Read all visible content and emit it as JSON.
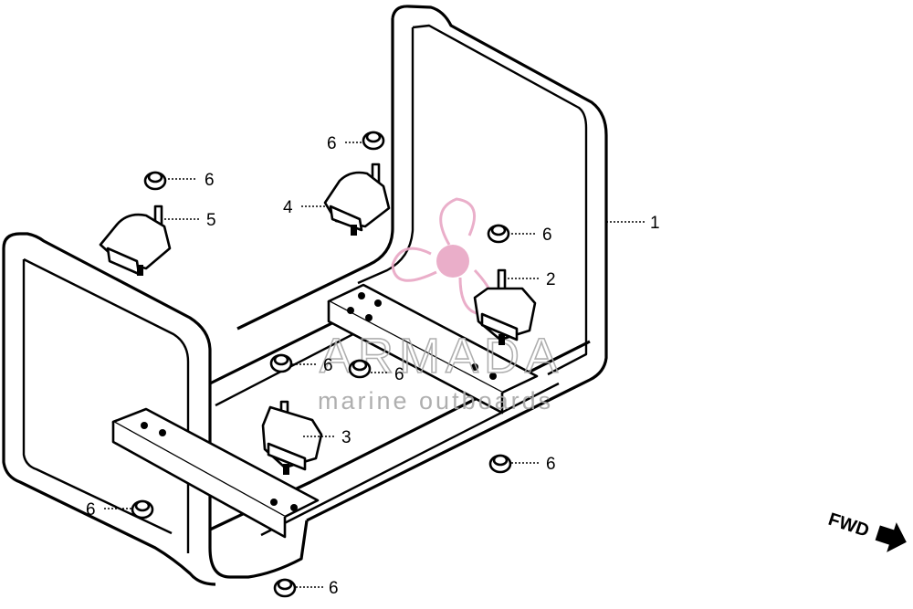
{
  "diagram": {
    "callouts": [
      {
        "id": "frame",
        "label": "1"
      },
      {
        "id": "mount-front-right",
        "label": "2"
      },
      {
        "id": "mount-front-left",
        "label": "3"
      },
      {
        "id": "mount-rear-right",
        "label": "4"
      },
      {
        "id": "mount-rear-left",
        "label": "5"
      },
      {
        "id": "nut-a",
        "label": "6"
      },
      {
        "id": "nut-b",
        "label": "6"
      },
      {
        "id": "nut-c",
        "label": "6"
      },
      {
        "id": "nut-d",
        "label": "6"
      },
      {
        "id": "nut-e",
        "label": "6"
      },
      {
        "id": "nut-f",
        "label": "6"
      },
      {
        "id": "nut-g",
        "label": "6"
      },
      {
        "id": "nut-h",
        "label": "6"
      }
    ],
    "direction_marker": {
      "label": "FWD"
    }
  },
  "watermark": {
    "title": "ARMADA",
    "subtitle": "marine outboards",
    "logo_color": "#e8a6c4",
    "text_color": "#a7a7a7"
  }
}
